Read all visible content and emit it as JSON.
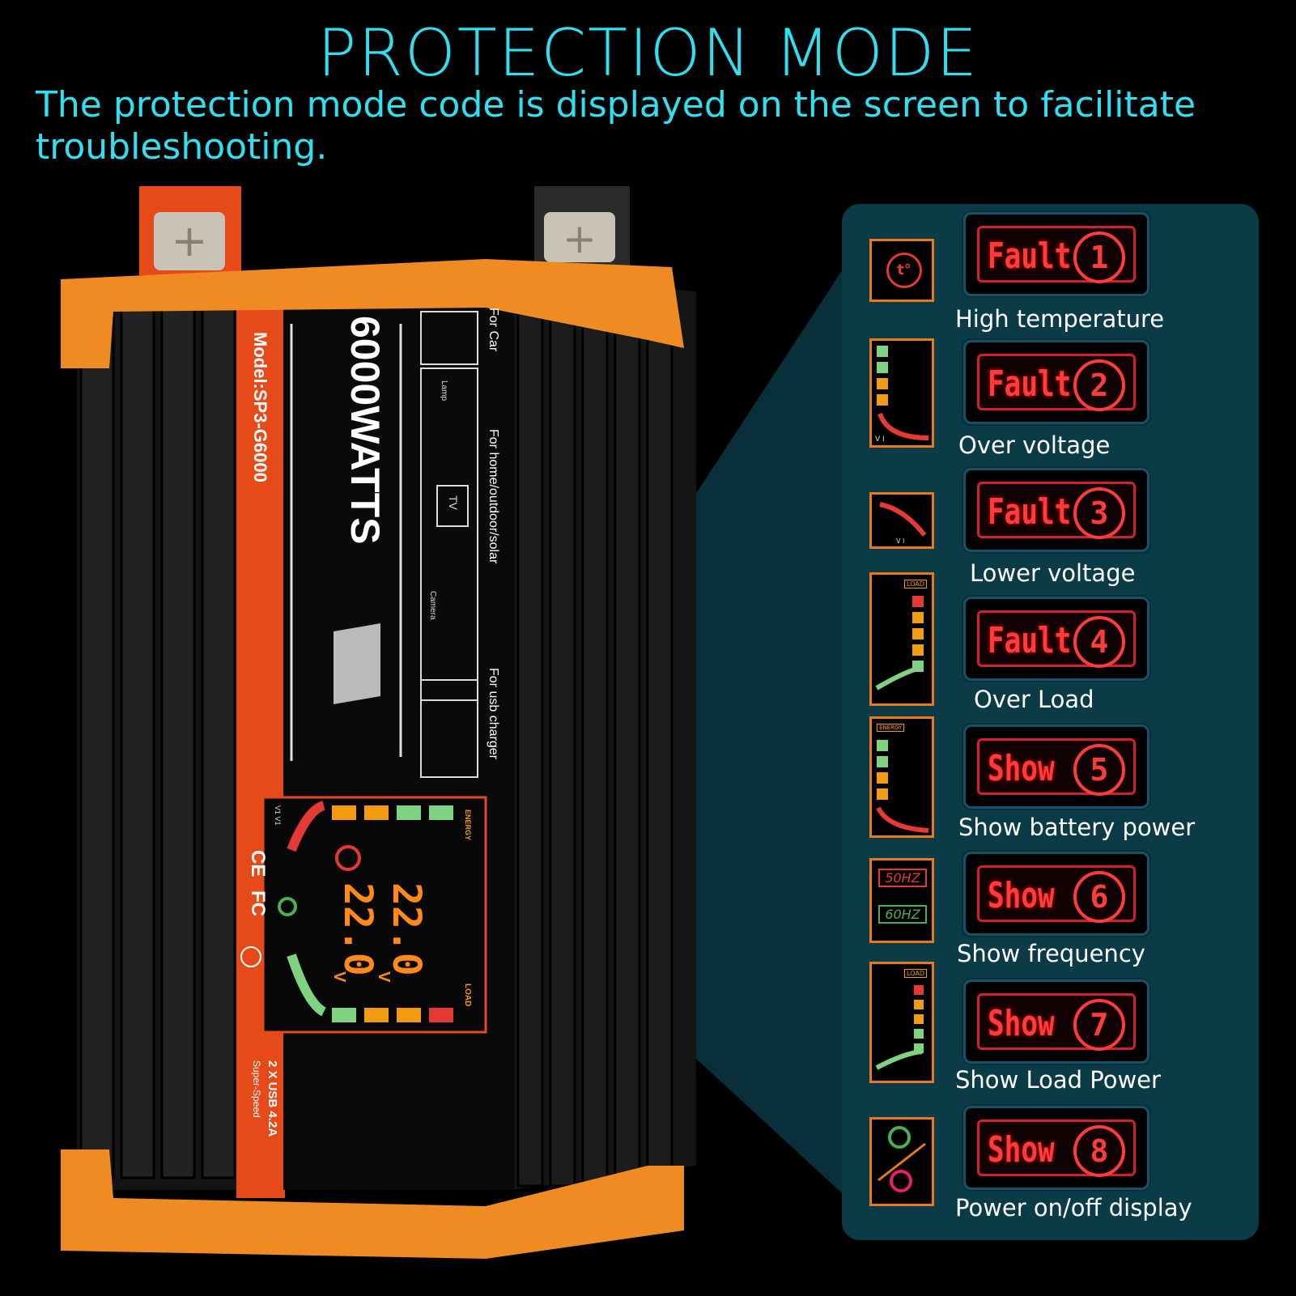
{
  "header": {
    "title": "PROTECTION MODE",
    "subtitle": "The protection mode code is displayed on the screen to facilitate troubleshooting."
  },
  "device": {
    "model": "Model:SP3-G6000",
    "power": "6000WATTS",
    "uses": [
      "For Car",
      "For home/outdoor/solar",
      "For usb charger"
    ],
    "usb": "2 X USB 4.2A",
    "usb_sub": "Super-Speed",
    "icon_labels": [
      "Lamp",
      "TV",
      "Camera"
    ],
    "screen_labels": {
      "energy": "ENERGY",
      "load": "LOAD",
      "volts": "V",
      "vi": "V1 V1"
    },
    "display_digits": [
      "22.0",
      "22.0"
    ],
    "certs": [
      "CE",
      "FC"
    ]
  },
  "modes": [
    {
      "word": "Fault",
      "num": "1",
      "label": "High temperature",
      "icon": "thermometer-icon"
    },
    {
      "word": "Fault",
      "num": "2",
      "label": "Over voltage",
      "icon": "voltage-high-icon"
    },
    {
      "word": "Fault",
      "num": "3",
      "label": "Lower voltage",
      "icon": "voltage-low-icon"
    },
    {
      "word": "Fault",
      "num": "4",
      "label": "Over Load",
      "icon": "load-bar-icon"
    },
    {
      "word": "Show",
      "num": "5",
      "label": "Show battery power",
      "icon": "energy-bar-icon"
    },
    {
      "word": "Show",
      "num": "6",
      "label": "Show frequency",
      "icon": "frequency-icon"
    },
    {
      "word": "Show",
      "num": "7",
      "label": "Show Load Power",
      "icon": "load-power-icon"
    },
    {
      "word": "Show",
      "num": "8",
      "label": "Power on/off display",
      "icon": "power-icon"
    }
  ],
  "icon_text": {
    "t": "t°",
    "vi": "V I",
    "load": "LOAD",
    "energy": "ENERGY",
    "hz50": "50HZ",
    "hz60": "60HZ"
  },
  "colors": {
    "accent": "#2ee0f0",
    "orange": "#e87a1a",
    "panel": "#0b3b47",
    "fault_red": "#ff3b3b"
  }
}
